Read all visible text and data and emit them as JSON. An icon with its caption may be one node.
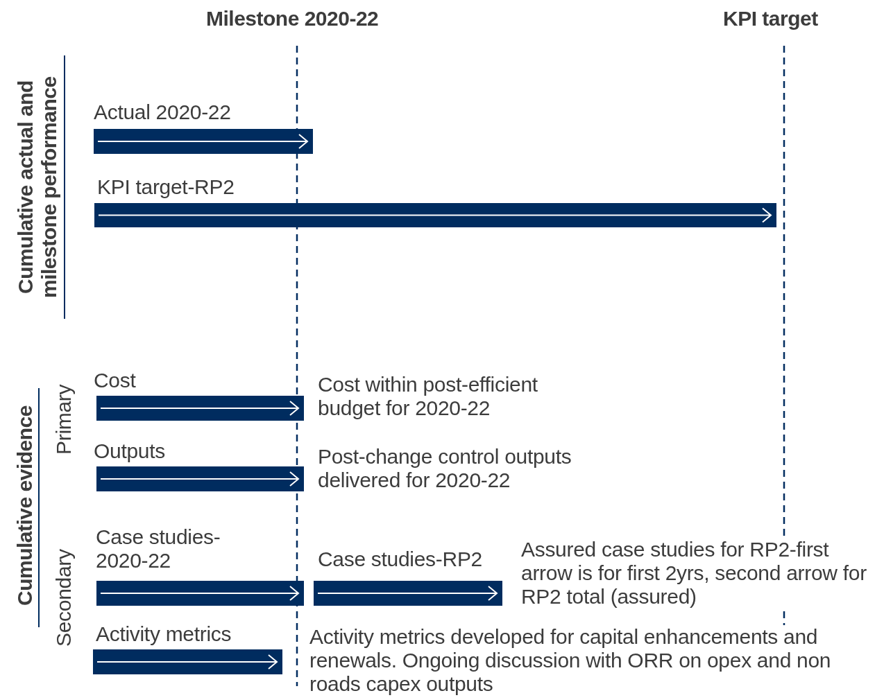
{
  "diagram": {
    "nodes": [
      {
        "text": [
          "Actual 2020-22"
        ]
      },
      {
        "text": [
          "KPI target-RP2"
        ]
      },
      {
        "text": [
          "Cost"
        ],
        "beside": [
          "Cost within post-efficient budget for 2020-22"
        ]
      },
      {
        "text": [
          "Outputs"
        ],
        "beside": [
          "Post-change control outputs delivered for 2020-22"
        ]
      },
      {
        "text": [
          "Case studies- 2020-22"
        ]
      },
      {
        "text": [
          "Case studies-RP2"
        ],
        "beside": [
          "Assured case studies for RP2-first arrow is for first 2yrs, second arrow for RP2 total (assured)"
        ]
      },
      {
        "text": [
          "Activity metrics"
        ],
        "beside": [
          "Activity metrics developed for capital enhancements and renewals. Ongoing discussion with ORR on opex and non roads capex outputs"
        ]
      }
    ],
    "edges": [],
    "labels": [
      "Milestone 2020-22",
      "KPI target",
      "Cumulative actual and milestone performance",
      "Cumulative evidence",
      "Primary",
      "Secondary"
    ]
  }
}
